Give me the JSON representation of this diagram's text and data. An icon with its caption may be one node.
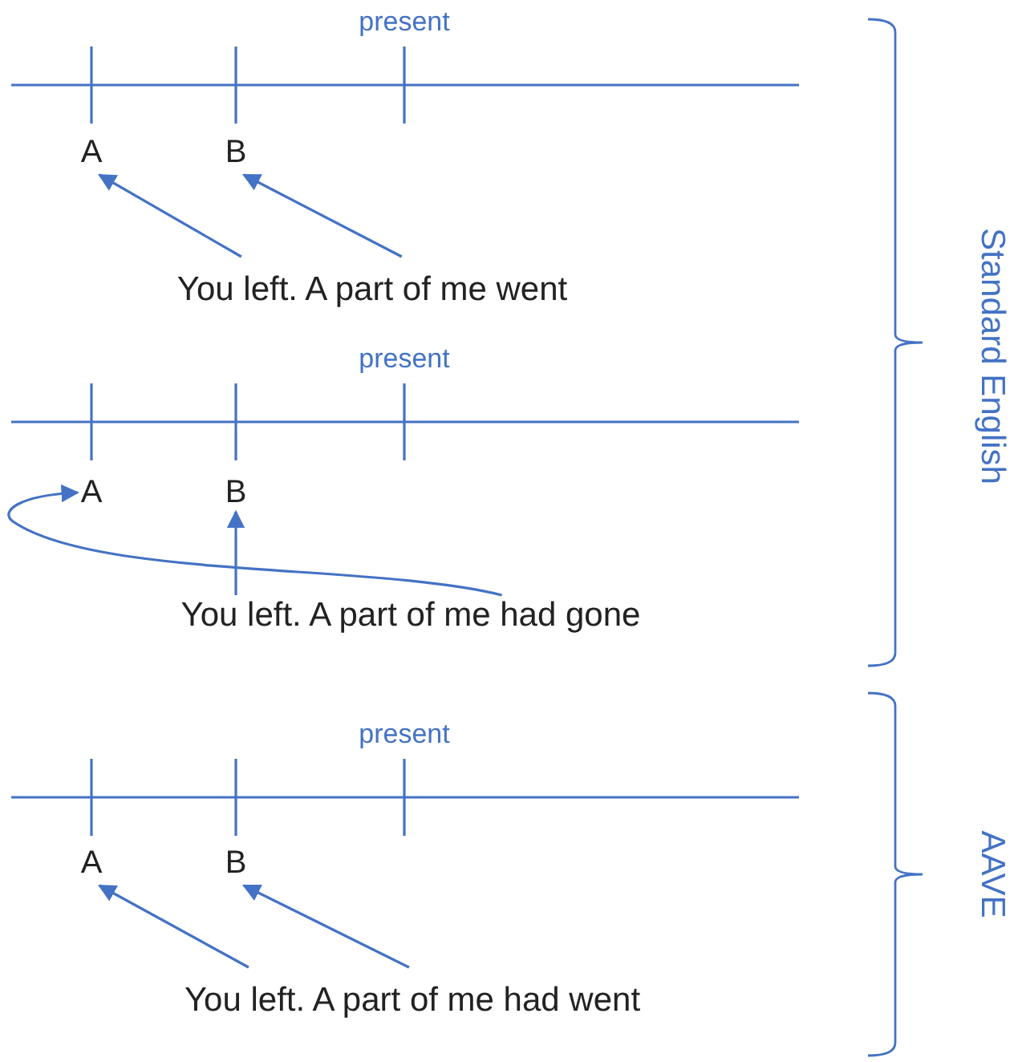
{
  "diagram": {
    "nodes": [
      {
        "text": [
          "A"
        ]
      },
      {
        "text": [
          "B"
        ]
      },
      {
        "text": [
          "You left. A part of me went"
        ]
      },
      {
        "text": [
          "A"
        ]
      },
      {
        "text": [
          "B"
        ]
      },
      {
        "text": [
          "You left. A part of me had gone"
        ]
      },
      {
        "text": [
          "A"
        ]
      },
      {
        "text": [
          "B"
        ]
      },
      {
        "text": [
          "You left. A part of me had went"
        ]
      }
    ],
    "edges": [
      {
        "from": 2,
        "to": 0,
        "arrow": "to"
      },
      {
        "from": 2,
        "to": 1,
        "arrow": "to"
      },
      {
        "from": 5,
        "to": 3,
        "arrow": "to"
      },
      {
        "from": 5,
        "to": 4,
        "arrow": "to"
      },
      {
        "from": 8,
        "to": 6,
        "arrow": "to"
      },
      {
        "from": 8,
        "to": 7,
        "arrow": "to"
      }
    ],
    "labels": [
      "present",
      "Standard English",
      "present",
      "present",
      "AAVE"
    ]
  }
}
